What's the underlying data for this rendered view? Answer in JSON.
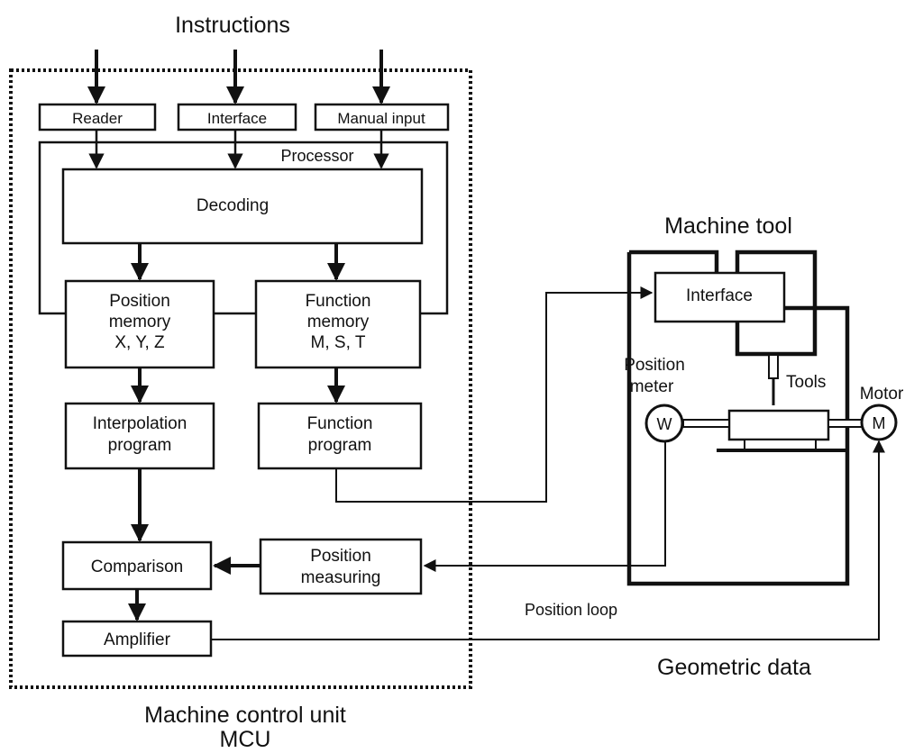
{
  "labels": {
    "instructions": "Instructions",
    "reader": "Reader",
    "interface_in": "Interface",
    "manual_input": "Manual input",
    "processor": "Processor",
    "decoding": "Decoding",
    "position_memory": [
      "Position",
      "memory",
      "X, Y, Z"
    ],
    "function_memory": [
      "Function",
      "memory",
      "M, S, T"
    ],
    "interpolation_program": [
      "Interpolation",
      "program"
    ],
    "function_program": [
      "Function",
      "program"
    ],
    "comparison": "Comparison",
    "position_measuring": [
      "Position",
      "measuring"
    ],
    "amplifier": "Amplifier",
    "mcu_title": "Machine control unit",
    "mcu_abbr": "MCU",
    "machine_tool": "Machine tool",
    "interface_machine": "Interface",
    "position_meter": [
      "Position",
      "meter"
    ],
    "meter_symbol": "W",
    "tools": "Tools",
    "motor": "Motor",
    "motor_symbol": "M",
    "position_loop": "Position loop",
    "geometric_data": "Geometric data"
  }
}
